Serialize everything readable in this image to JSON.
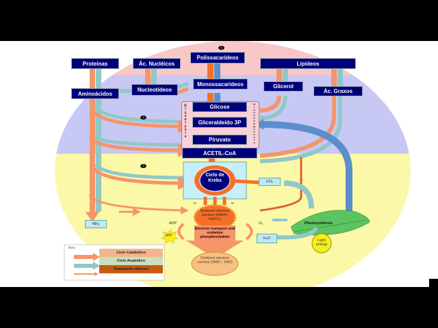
{
  "diagram": {
    "stages": [
      {
        "marker": "1"
      },
      {
        "marker": "2"
      },
      {
        "marker": "3"
      }
    ],
    "macromolecules": {
      "proteins": "Proteínas",
      "nucleic_acids": "Ác. Nucléicos",
      "polysaccharides": "Polissacarídeos",
      "lipids": "Lipídeos"
    },
    "monomers": {
      "amino_acids": "Aminoácidos",
      "nucleotides": "Nucleotídeos",
      "monosaccharides": "Monossacarídeos",
      "glycerol": "Glicerol",
      "fatty_acids": "Ác. Graxos"
    },
    "central_pathway": {
      "glucose": "Glicose",
      "g3p": "Gliceraldeído 3P",
      "pyruvate": "Piruvato",
      "acetyl_coa": "ACETIL-CoA",
      "glycolysis_label": "Glycolysis",
      "gluconeogenesis_label": "Gluconeogenesis",
      "krebs": "Ciclo de Krebs"
    },
    "products": {
      "co2": "CO₂",
      "nh3": "NH₃",
      "h2o": "H₂O",
      "o2": "O₂",
      "adp": "ADP",
      "atp": "ATP",
      "e_left": "e⁻",
      "e_right": "e⁻"
    },
    "electron_chain": {
      "reduced": "Reduced electron carriers (NADH, FADH₂)",
      "transport": "Electron transport and oxidative phosphorylation",
      "oxidized": "Oxidized electron carriers (NAD⁺, FAD)"
    },
    "photosynthesis": {
      "label": "Photosynthesis",
      "light": "Light energy"
    },
    "legend": {
      "title": "Key",
      "items": [
        {
          "label": "Ciclo Catabólico",
          "color": "#f5b48a"
        },
        {
          "label": "Ciclo Anabólico",
          "color": "#c8e0c0"
        },
        {
          "label": "Transporte elétrons",
          "color": "#c85a10"
        }
      ]
    },
    "colors": {
      "stage1": "#f8c8c8",
      "stage2": "#c8c8f4",
      "stage3": "#fbf8a8",
      "box": "#00007a",
      "catabolic": "#f4956a",
      "anabolic": "#90c8c8",
      "photo": "#5a8fcc"
    }
  }
}
